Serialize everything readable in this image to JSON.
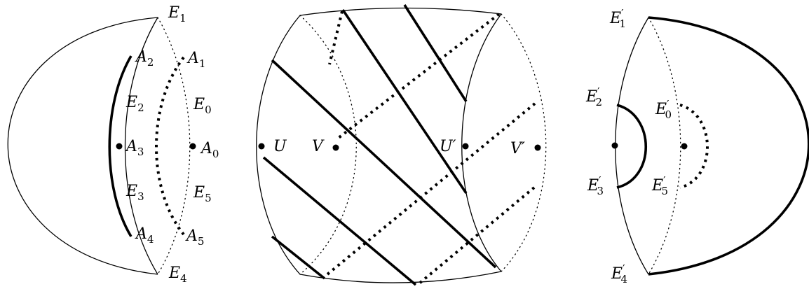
{
  "left_figure": {
    "labels": {
      "E1": {
        "base": "E",
        "sub": "1",
        "prime": false
      },
      "A2": {
        "base": "A",
        "sub": "2",
        "prime": false
      },
      "A1": {
        "base": "A",
        "sub": "1",
        "prime": false
      },
      "E2": {
        "base": "E",
        "sub": "2",
        "prime": false
      },
      "E0": {
        "base": "E",
        "sub": "0",
        "prime": false
      },
      "A3": {
        "base": "A",
        "sub": "3",
        "prime": false
      },
      "A0": {
        "base": "A",
        "sub": "0",
        "prime": false
      },
      "E3": {
        "base": "E",
        "sub": "3",
        "prime": false
      },
      "E5": {
        "base": "E",
        "sub": "5",
        "prime": false
      },
      "A4": {
        "base": "A",
        "sub": "4",
        "prime": false
      },
      "A5": {
        "base": "A",
        "sub": "5",
        "prime": false
      },
      "E4": {
        "base": "E",
        "sub": "4",
        "prime": false
      }
    }
  },
  "middle_figure": {
    "labels": {
      "U": {
        "base": "U",
        "sub": "",
        "prime": false
      },
      "V": {
        "base": "V",
        "sub": "",
        "prime": false
      },
      "Uprime": {
        "base": "U",
        "sub": "",
        "prime": true
      },
      "Vprime": {
        "base": "V",
        "sub": "",
        "prime": true
      }
    }
  },
  "right_figure": {
    "labels": {
      "E1p": {
        "base": "E",
        "sub": "1",
        "prime": true
      },
      "E2p": {
        "base": "E",
        "sub": "2",
        "prime": true
      },
      "E0p": {
        "base": "E",
        "sub": "0",
        "prime": true
      },
      "E3p": {
        "base": "E",
        "sub": "3",
        "prime": true
      },
      "E5p": {
        "base": "E",
        "sub": "5",
        "prime": true
      },
      "E4p": {
        "base": "E",
        "sub": "4",
        "prime": true
      }
    }
  }
}
